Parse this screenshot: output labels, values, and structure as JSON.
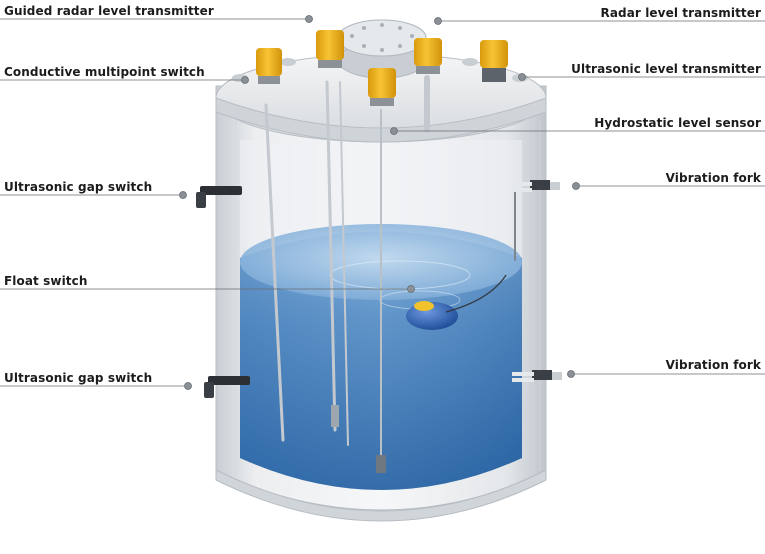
{
  "labels": {
    "guided_radar": "Guided radar level transmitter",
    "conductive": "Conductive multipoint switch",
    "ultra_gap_top": "Ultrasonic gap switch",
    "float_switch": "Float switch",
    "ultra_gap_bottom": "Ultrasonic gap switch",
    "radar": "Radar level transmitter",
    "ultrasonic_tx": "Ultrasonic level transmitter",
    "hydrostatic": "Hydrostatic level sensor",
    "vib_top": "Vibration fork",
    "vib_bottom": "Vibration fork"
  },
  "colors": {
    "tank_shell": "#e2e5e8",
    "liquid": "#4f86bf",
    "sensor_yellow": "#f3b81a",
    "float_blue": "#2a5fb0",
    "leader_line": "#555555"
  }
}
